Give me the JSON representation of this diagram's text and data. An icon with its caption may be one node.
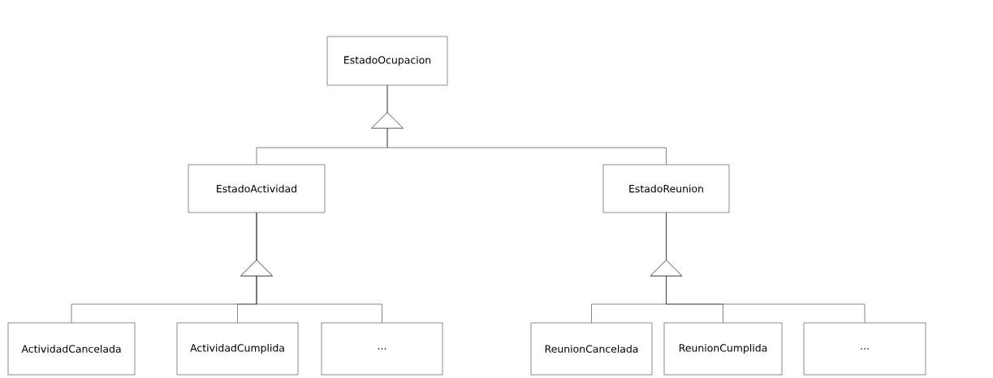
{
  "diagram": {
    "nodes": [
      {
        "text": [
          "EstadoOcupacion"
        ]
      },
      {
        "text": [
          "EstadoActividad"
        ]
      },
      {
        "text": [
          "EstadoReunion"
        ]
      },
      {
        "text": [
          "ActividadCancelada"
        ]
      },
      {
        "text": [
          "ActividadCumplida"
        ]
      },
      {
        "text": [
          "..."
        ]
      },
      {
        "text": [
          "ReunionCancelada"
        ]
      },
      {
        "text": [
          "ReunionCumplida"
        ]
      },
      {
        "text": [
          "..."
        ]
      }
    ],
    "edges": [
      {
        "from": 1,
        "to": 0,
        "arrow": "to"
      },
      {
        "from": 2,
        "to": 0,
        "arrow": "to"
      },
      {
        "from": 3,
        "to": 1,
        "arrow": "to"
      },
      {
        "from": 4,
        "to": 1,
        "arrow": "to"
      },
      {
        "from": 5,
        "to": 1,
        "arrow": "to"
      },
      {
        "from": 6,
        "to": 2,
        "arrow": "to"
      },
      {
        "from": 7,
        "to": 2,
        "arrow": "to"
      },
      {
        "from": 8,
        "to": 2,
        "arrow": "to"
      }
    ]
  }
}
